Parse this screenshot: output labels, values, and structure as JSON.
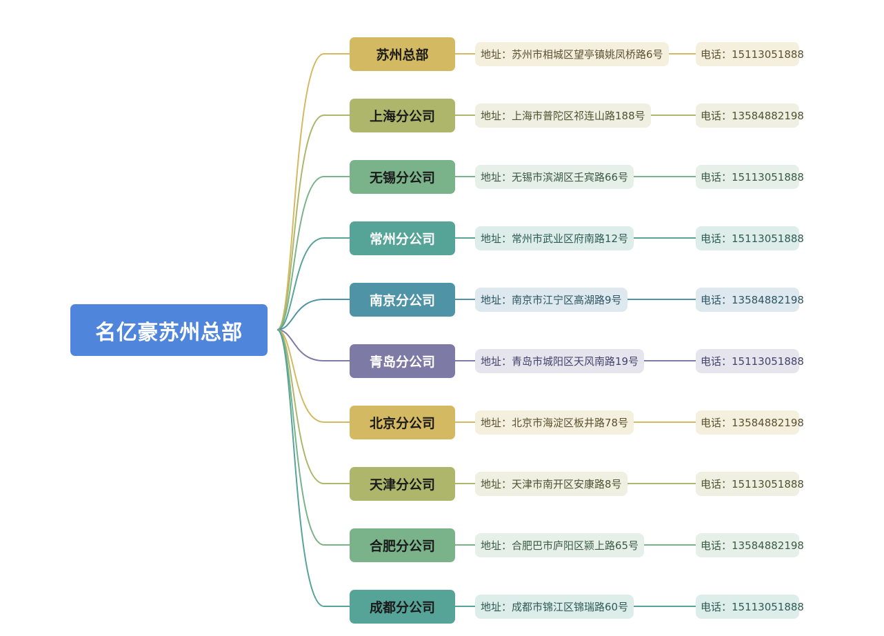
{
  "root": {
    "label": "名亿豪苏州总部",
    "color": "#4f86db"
  },
  "branches": [
    {
      "name": "苏州总部",
      "address": "地址：苏州市相城区望亭镇姚凤桥路6号",
      "phone": "电话：15113051888",
      "color": "#d3b961",
      "text_color": "#1a1a1a",
      "light": "#f5f0de",
      "detail_text": "#5a5030"
    },
    {
      "name": "上海分公司",
      "address": "地址：上海市普陀区祁连山路188号",
      "phone": "电话：13584882198",
      "color": "#aeb66b",
      "text_color": "#1a1a1a",
      "light": "#eff0e2",
      "detail_text": "#4e5230"
    },
    {
      "name": "无锡分公司",
      "address": "地址：无锡市滨湖区壬宾路66号",
      "phone": "电话：15113051888",
      "color": "#7ab38a",
      "text_color": "#1a1a1a",
      "light": "#e6f0e8",
      "detail_text": "#3b5a44"
    },
    {
      "name": "常州分公司",
      "address": "地址：常州市武业区府南路12号",
      "phone": "电话：15113051888",
      "color": "#56a398",
      "text_color": "#ffffff",
      "light": "#ddede9",
      "detail_text": "#2f5a54"
    },
    {
      "name": "南京分公司",
      "address": "地址：南京市江宁区高湖路9号",
      "phone": "电话：13584882198",
      "color": "#4f93a6",
      "text_color": "#ffffff",
      "light": "#dde9ee",
      "detail_text": "#2d5563"
    },
    {
      "name": "青岛分公司",
      "address": "地址：青岛市城阳区天风南路19号",
      "phone": "电话：15113051888",
      "color": "#7d7aa6",
      "text_color": "#ffffff",
      "light": "#e6e5ee",
      "detail_text": "#45426a"
    },
    {
      "name": "北京分公司",
      "address": "地址：北京市海淀区板井路78号",
      "phone": "电话：13584882198",
      "color": "#d3b961",
      "text_color": "#1a1a1a",
      "light": "#f5f0de",
      "detail_text": "#5a5030"
    },
    {
      "name": "天津分公司",
      "address": "地址：天津市南开区安康路8号",
      "phone": "电话：15113051888",
      "color": "#aeb66b",
      "text_color": "#1a1a1a",
      "light": "#eff0e2",
      "detail_text": "#4e5230"
    },
    {
      "name": "合肥分公司",
      "address": "地址：合肥巴市庐阳区颍上路65号",
      "phone": "电话：13584882198",
      "color": "#7ab38a",
      "text_color": "#1a1a1a",
      "light": "#e6f0e8",
      "detail_text": "#3b5a44"
    },
    {
      "name": "成都分公司",
      "address": "地址：成都市锦江区锦瑞路60号",
      "phone": "电话：15113051888",
      "color": "#56a398",
      "text_color": "#1a1a1a",
      "light": "#ddede9",
      "detail_text": "#2f5a54"
    }
  ]
}
